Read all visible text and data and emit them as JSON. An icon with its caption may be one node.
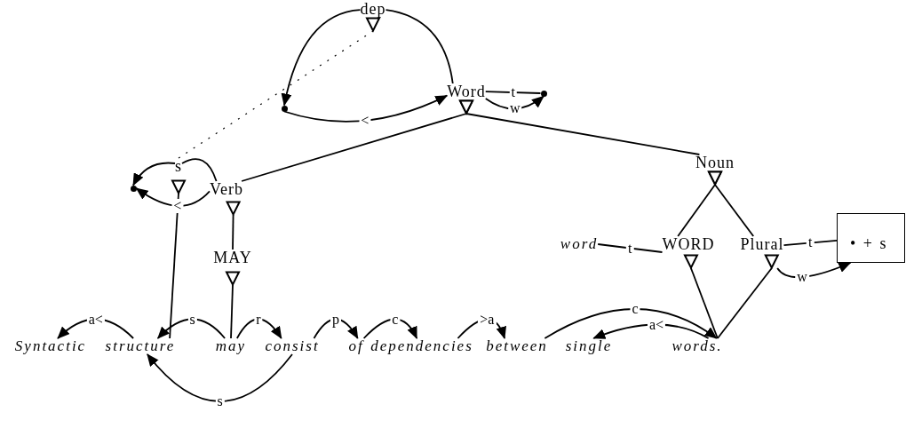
{
  "diagram": {
    "nodes": [
      {
        "text": [
          "dep"
        ]
      },
      {
        "text": [],
        "shape": "circle"
      },
      {
        "text": [
          "Word"
        ]
      },
      {
        "text": [],
        "shape": "circle"
      },
      {
        "text": [
          "Verb"
        ]
      },
      {
        "text": [
          "s"
        ]
      },
      {
        "text": [],
        "shape": "circle"
      },
      {
        "text": [
          "MAY"
        ]
      },
      {
        "text": [
          "Noun"
        ]
      },
      {
        "text": [
          "word"
        ]
      },
      {
        "text": [
          "WORD"
        ]
      },
      {
        "text": [
          "Plural"
        ]
      },
      {
        "text": [
          "• + s"
        ]
      },
      {
        "text": [
          "Syntactic"
        ]
      },
      {
        "text": [
          "structure"
        ]
      },
      {
        "text": [
          "may"
        ]
      },
      {
        "text": [
          "consist"
        ]
      },
      {
        "text": [
          "of"
        ]
      },
      {
        "text": [
          "dependencies"
        ]
      },
      {
        "text": [
          "between"
        ]
      },
      {
        "text": [
          "single"
        ]
      },
      {
        "text": [
          "words."
        ]
      }
    ],
    "edges": [
      {
        "from": 2,
        "to": 0,
        "arrow": "none"
      },
      {
        "from": 0,
        "to": 1,
        "arrow": "to"
      },
      {
        "from": 1,
        "to": 2,
        "arrow": "to",
        "label": "<"
      },
      {
        "from": 2,
        "to": 3,
        "arrow": "none",
        "label": "t"
      },
      {
        "from": 2,
        "to": 3,
        "arrow": "to",
        "label": "w"
      },
      {
        "from": 5,
        "to": 0,
        "arrow": "other",
        "style": "dashed"
      },
      {
        "from": 4,
        "to": 2,
        "arrow": "other"
      },
      {
        "from": 8,
        "to": 2,
        "arrow": "other"
      },
      {
        "from": 4,
        "to": 5,
        "arrow": "none"
      },
      {
        "from": 5,
        "to": 6,
        "arrow": "to"
      },
      {
        "from": 4,
        "to": 6,
        "arrow": "to",
        "label": "<"
      },
      {
        "from": 7,
        "to": 4,
        "arrow": "other"
      },
      {
        "from": 14,
        "to": 5,
        "arrow": "other"
      },
      {
        "from": 15,
        "to": 7,
        "arrow": "other"
      },
      {
        "from": 10,
        "to": 8,
        "arrow": "other"
      },
      {
        "from": 11,
        "to": 8,
        "arrow": "other"
      },
      {
        "from": 9,
        "to": 10,
        "arrow": "none",
        "label": "t"
      },
      {
        "from": 11,
        "to": 12,
        "arrow": "none",
        "label": "t"
      },
      {
        "from": 11,
        "to": 12,
        "arrow": "to",
        "label": "w"
      },
      {
        "from": 21,
        "to": 10,
        "arrow": "other"
      },
      {
        "from": 21,
        "to": 11,
        "arrow": "other"
      },
      {
        "from": 14,
        "to": 13,
        "arrow": "to",
        "label": "a<"
      },
      {
        "from": 15,
        "to": 14,
        "arrow": "to",
        "label": "s"
      },
      {
        "from": 15,
        "to": 16,
        "arrow": "to",
        "label": "r"
      },
      {
        "from": 16,
        "to": 17,
        "arrow": "to",
        "label": "p"
      },
      {
        "from": 17,
        "to": 18,
        "arrow": "to",
        "label": "c"
      },
      {
        "from": 18,
        "to": 19,
        "arrow": "to",
        "label": ">a"
      },
      {
        "from": 19,
        "to": 21,
        "arrow": "to",
        "label": "c"
      },
      {
        "from": 21,
        "to": 20,
        "arrow": "to",
        "label": "a<"
      },
      {
        "from": 16,
        "to": 14,
        "arrow": "to",
        "label": "s"
      }
    ]
  }
}
